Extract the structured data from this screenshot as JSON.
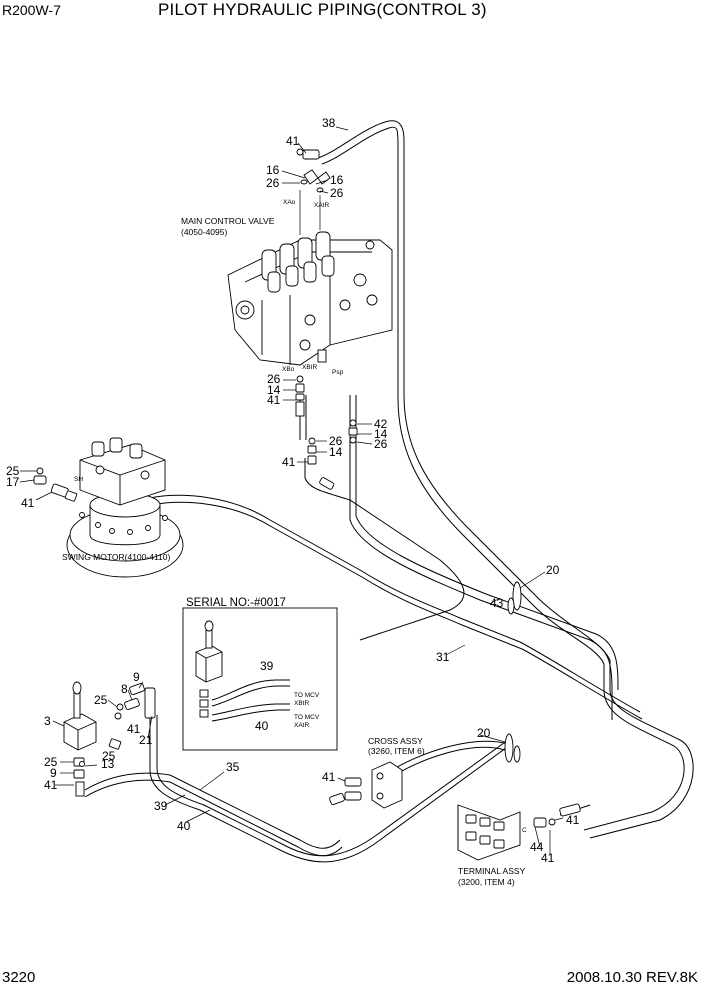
{
  "header": {
    "model": "R200W-7",
    "title": "PILOT HYDRAULIC PIPING(CONTROL 3)"
  },
  "footer": {
    "page_number": "3220",
    "revision": "2008.10.30  REV.8K"
  },
  "labels": {
    "main_control_valve": "MAIN CONTROL VALVE",
    "main_control_valve_range": "(4050-4095)",
    "swing_motor": "SWING MOTOR(4100-4110)",
    "serial_no": "SERIAL NO:-#0017",
    "to_mcv": "TO MCV",
    "xbtr": "XBtR",
    "xatr": "XAtR",
    "cross_assy": "CROSS ASSY",
    "cross_assy_ref": "(3260, ITEM 6)",
    "terminal_assy": "TERMINAL ASSY",
    "terminal_assy_ref": "(3200, ITEM 4)",
    "port_xao": "XAo",
    "port_xatr": "XAtR",
    "port_xbo": "XBo",
    "port_xbir": "XBIR",
    "port_psp": "Psp",
    "port_sh": "SH",
    "port_c": "C"
  },
  "callouts": {
    "c38": "38",
    "c41_top": "41",
    "c16_left": "16",
    "c26_left": "26",
    "c16_right": "16",
    "c26_right": "26",
    "c26_mid": "26",
    "c14_mid": "14",
    "c41_mid": "41",
    "c42": "42",
    "c14_r": "14",
    "c26_r": "26",
    "c26_lo": "26",
    "c14_lo": "14",
    "c41_lo": "41",
    "c25_sm": "25",
    "c17_sm": "17",
    "c41_sm": "41",
    "c20_top": "20",
    "c43": "43",
    "c31": "31",
    "c39_ins": "39",
    "c40_ins": "40",
    "c9_a": "9",
    "c8": "8",
    "c25_a": "25",
    "c3": "3",
    "c41_a": "41",
    "c21": "21",
    "c25_b": "25",
    "c25_c": "25",
    "c13": "13",
    "c9_b": "9",
    "c41_b": "41",
    "c35": "35",
    "c39": "39",
    "c40": "40",
    "c20_bot": "20",
    "c41_cross": "41",
    "c44": "44",
    "c41_term_a": "41",
    "c41_term_b": "41"
  }
}
